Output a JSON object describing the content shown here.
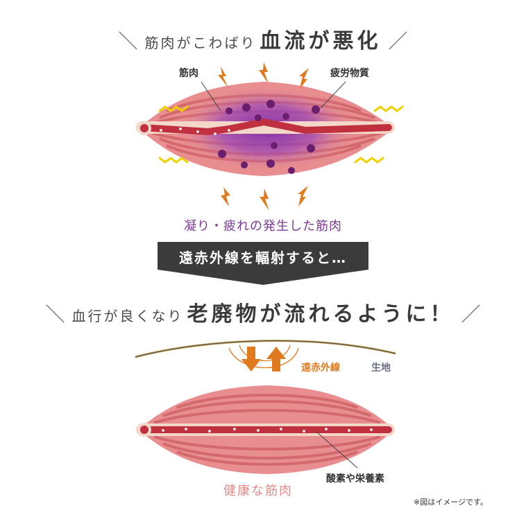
{
  "top": {
    "headline_small": "筋肉がこわばり",
    "headline_big": "血流が悪化",
    "label_muscle": "筋肉",
    "label_fatigue": "疲労物質",
    "caption": "凝り・疲れの発生した筋肉"
  },
  "banner": {
    "text": "遠赤外線を輻射すると…"
  },
  "bottom": {
    "headline_small": "血行が良くなり",
    "headline_big": "老廃物が流れるように！",
    "label_infrared": "遠赤外線",
    "label_fabric": "生地",
    "label_nutrients": "酸素や栄養素",
    "caption": "健康な筋肉"
  },
  "slash_left": "＼",
  "slash_right": "／",
  "note": "※図はイメージです。",
  "colors": {
    "muscle_fill": "#e88e90",
    "muscle_stripe": "#d4696d",
    "vessel": "#c0303f",
    "purple": "#7c3a95",
    "orange": "#e07a1e",
    "banner": "#3b3b3b"
  }
}
